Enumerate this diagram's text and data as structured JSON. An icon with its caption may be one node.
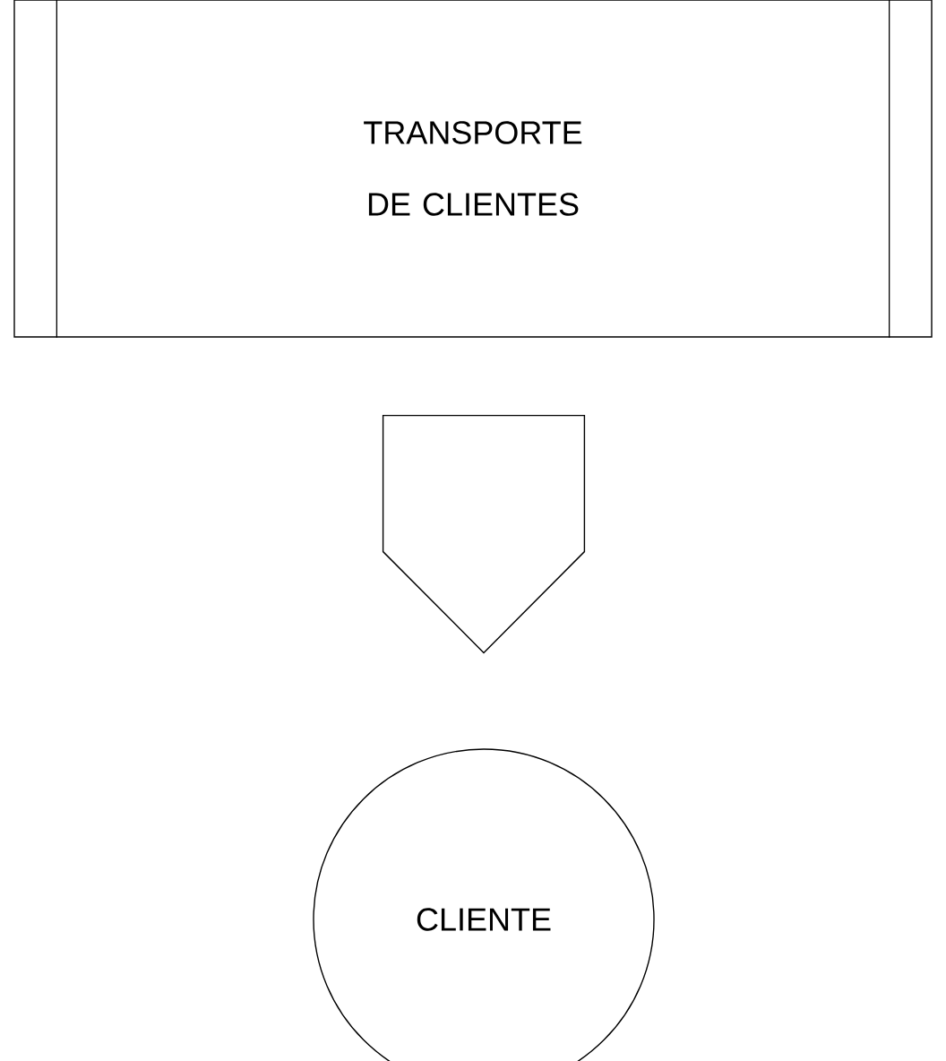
{
  "diagram": {
    "nodes": [
      {
        "text": [
          "TRANSPORTE DE CLIENTES"
        ]
      },
      {
        "text": [],
        "shape": "pentagon"
      },
      {
        "text": [
          "CLIENTE"
        ]
      }
    ]
  }
}
